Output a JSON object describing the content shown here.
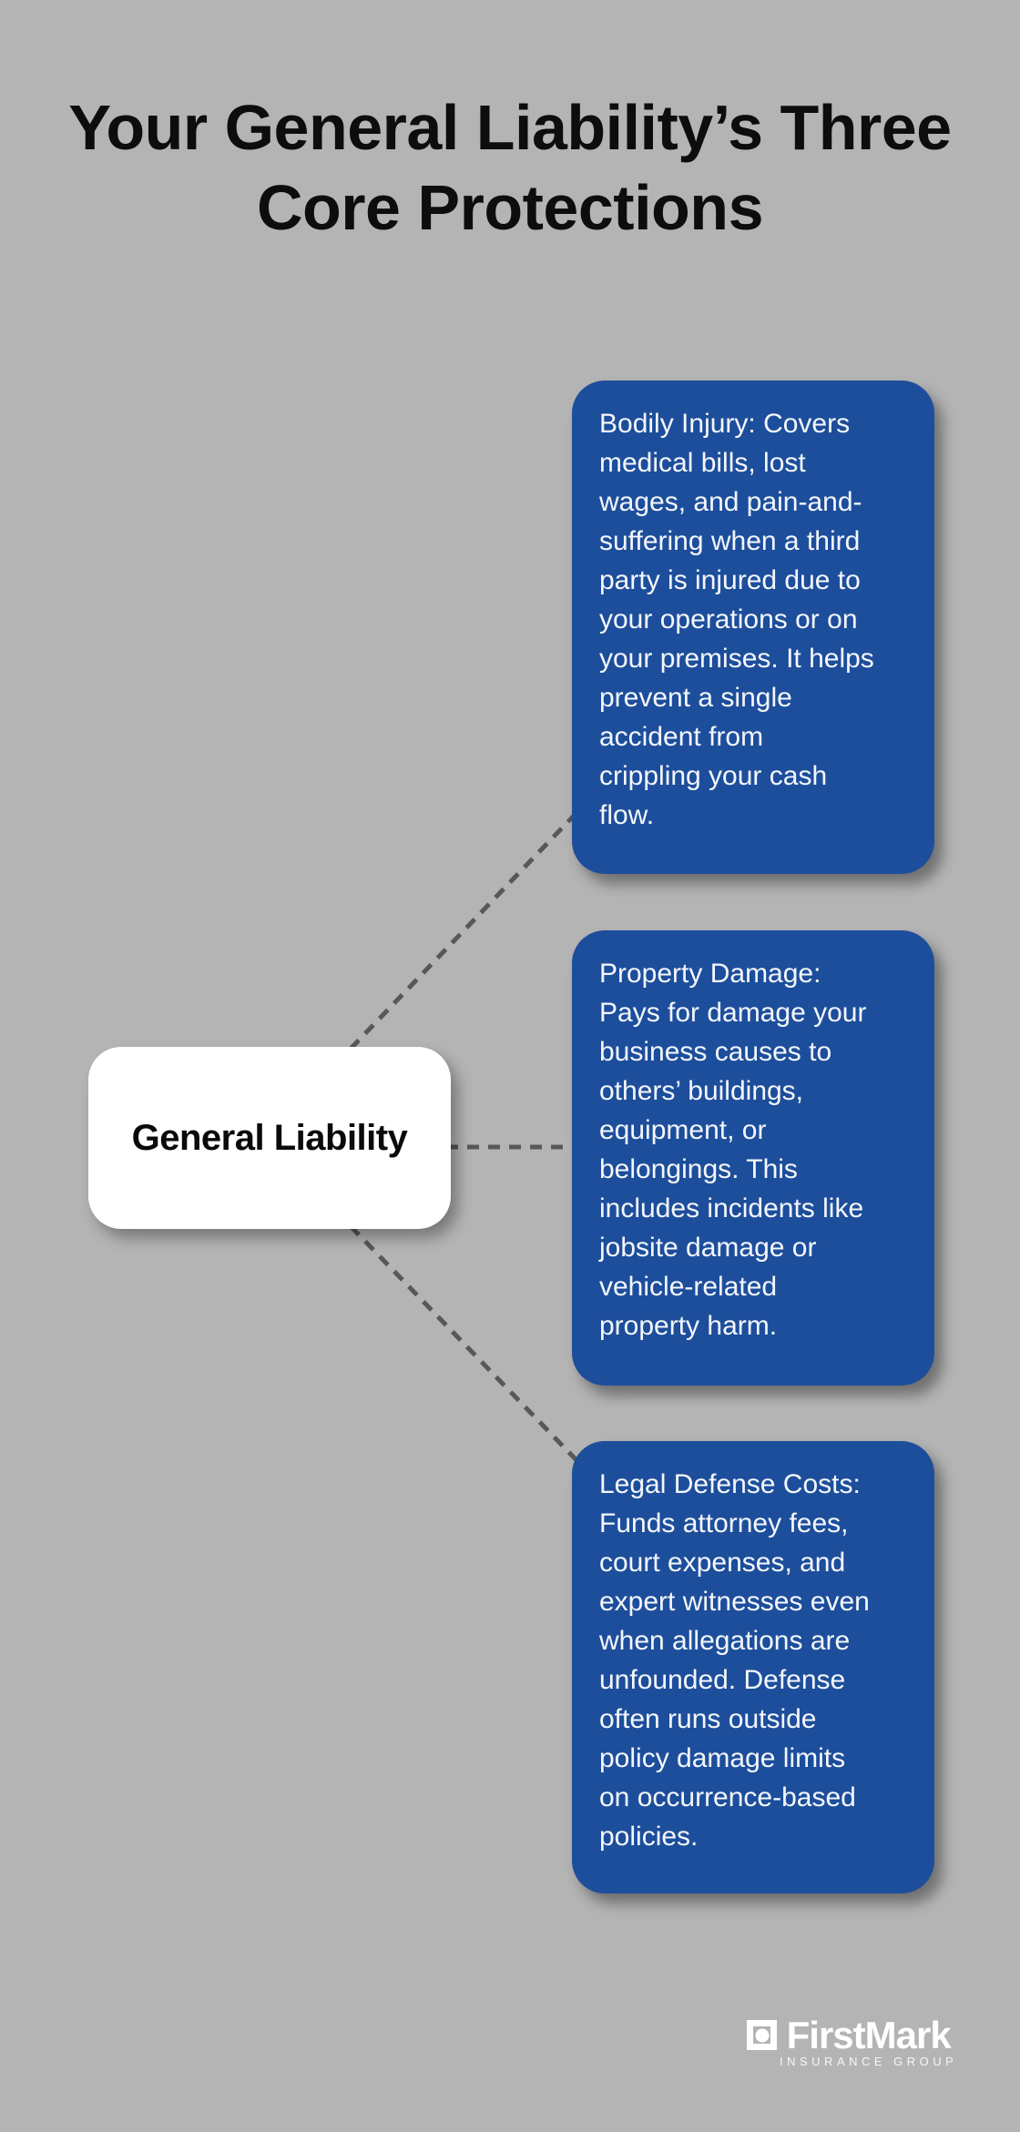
{
  "colors": {
    "background": "#b4b4b4",
    "card_blue": "#1d4e9c",
    "card_text": "#f4f7fb",
    "title_text": "#0d0d0d",
    "connector_gray": "#58585a",
    "root_box_bg": "#ffffff",
    "root_box_text": "#0a0a0a",
    "logo_white": "#ffffff"
  },
  "page": {
    "title": "Your General Liability’s Three\nCore Protections"
  },
  "diagram": {
    "root": {
      "label": "General Liability"
    },
    "cards": [
      {
        "id": "bodily-injury",
        "text": "Bodily Injury: Covers\nmedical bills, lost\nwages, and pain-and-\nsuffering when a third\nparty is injured due to\nyour operations or on\nyour premises. It helps\nprevent a single\naccident from\ncrippling your cash\nflow."
      },
      {
        "id": "property-damage",
        "text": "Property Damage:\nPays for damage your\nbusiness causes to\nothers’ buildings,\nequipment, or\nbelongings. This\nincludes incidents like\njobsite damage or\nvehicle-related\nproperty harm."
      },
      {
        "id": "legal-defense-costs",
        "text": "Legal Defense Costs:\nFunds attorney fees,\ncourt expenses, and\nexpert witnesses even\nwhen allegations are\nunfounded. Defense\noften runs outside\npolicy damage limits\non occurrence-based\npolicies."
      }
    ]
  },
  "logo": {
    "brand": "FirstMark",
    "tagline": "INSURANCE GROUP"
  }
}
